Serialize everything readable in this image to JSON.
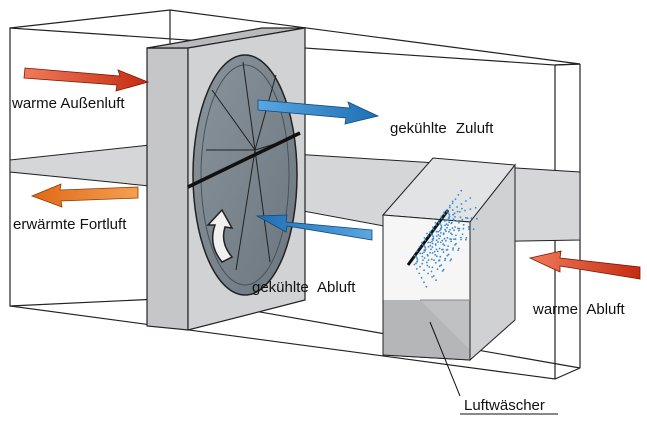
{
  "labels": {
    "warm_outside_air": "warme Außenluft",
    "cooled_supply_air": "gekühlte  Zuluft",
    "warmed_exhaust_air": "erwärmte Fortluft",
    "cooled_extract_air": "gekühlte  Abluft",
    "warm_extract_air": "warme  Abluft",
    "air_washer": "Luftwäscher"
  },
  "colors": {
    "arrow_red": "#d63a1c",
    "arrow_orange": "#e87a22",
    "arrow_blue": "#2a7fc4",
    "wheel_face": "#7c868e",
    "housing": "#c8cacc",
    "partition": "#d4d6d8",
    "water_spray": "#3a8ad0"
  }
}
